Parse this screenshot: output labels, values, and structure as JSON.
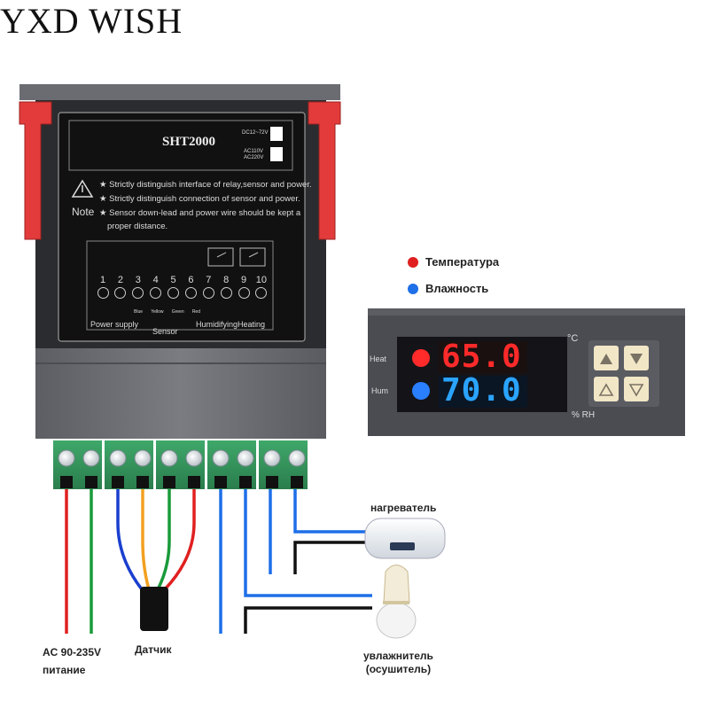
{
  "brand": "YXD WISH",
  "device": {
    "model": "SHT2000",
    "power_options": [
      "DC12~72V",
      "AC110V AC220V"
    ],
    "warnings": [
      "★ Strictly distinguish interface of relay,sensor and power.",
      "★ Strictly distinguish connection of sensor and power.",
      "★ Sensor down-lead and power wire should be kept a",
      "proper distance."
    ],
    "note_label": "Note",
    "terminals": [
      "1",
      "2",
      "3",
      "4",
      "5",
      "6",
      "7",
      "8",
      "9",
      "10"
    ],
    "sensor_wire_colors": [
      "Blue",
      "Yellow",
      "Green",
      "Red"
    ],
    "group_labels": {
      "power": "Power supply",
      "sensor": "Sensor",
      "humidifying": "Humidifying",
      "heating": "Heating"
    }
  },
  "legend": [
    {
      "label": "Температура",
      "color": "#e02020"
    },
    {
      "label": "Влажность",
      "color": "#1e6fe8"
    }
  ],
  "controller": {
    "heat_label": "Heat",
    "hum_label": "Hum",
    "temp_value": "65.0",
    "hum_value": "70.0",
    "unit_c": "°C",
    "unit_rh": "% RH",
    "colors": {
      "temp_digits": "#ff2a2a",
      "hum_digits": "#2aa4ff",
      "body": "#4a4c52",
      "keys": "#f1e6c6"
    }
  },
  "labels": {
    "heater": "нагреватель",
    "humidifier": "увлажнитель\n(осушитель)",
    "power": "AC 90-235V\nпитание",
    "sensor": "Датчик"
  }
}
